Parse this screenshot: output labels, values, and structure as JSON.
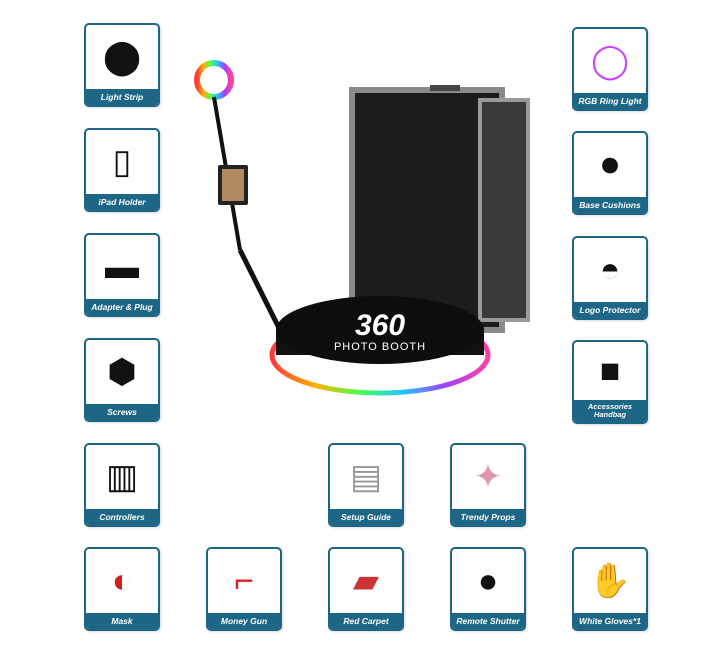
{
  "accessories": [
    {
      "id": "light-strip",
      "label": "Light Strip",
      "icon": "light-strip-icon"
    },
    {
      "id": "ipad-holder",
      "label": "iPad Holder",
      "icon": "ipad-holder-icon"
    },
    {
      "id": "adapter-plug",
      "label": "Adapter & Plug",
      "icon": "adapter-icon"
    },
    {
      "id": "screws",
      "label": "Screws",
      "icon": "screws-icon"
    },
    {
      "id": "controllers",
      "label": "Controllers",
      "icon": "remote-controller-icon"
    },
    {
      "id": "mask",
      "label": "Mask",
      "icon": "mask-icon"
    },
    {
      "id": "rgb-ring-light",
      "label": "RGB Ring Light",
      "icon": "ring-light-icon"
    },
    {
      "id": "base-cushions",
      "label": "Base Cushions",
      "icon": "base-cushion-icon"
    },
    {
      "id": "logo-protector",
      "label": "Logo Protector",
      "icon": "logo-protector-icon"
    },
    {
      "id": "accessories-handbag",
      "label": "Accessories Handbag",
      "icon": "handbag-icon"
    },
    {
      "id": "setup-guide",
      "label": "Setup Guide",
      "icon": "guide-icon"
    },
    {
      "id": "trendy-props",
      "label": "Trendy Props",
      "icon": "props-icon"
    },
    {
      "id": "money-gun",
      "label": "Money Gun",
      "icon": "money-gun-icon"
    },
    {
      "id": "red-carpet",
      "label": "Red Carpet",
      "icon": "red-carpet-icon"
    },
    {
      "id": "remote-shutter",
      "label": "Remote Shutter",
      "icon": "remote-shutter-icon"
    },
    {
      "id": "white-gloves",
      "label": "White Gloves*1",
      "icon": "gloves-icon"
    }
  ],
  "hero": {
    "logo": "360",
    "subtitle": "PHOTO BOOTH"
  },
  "colors": {
    "frame": "#1d6685"
  }
}
